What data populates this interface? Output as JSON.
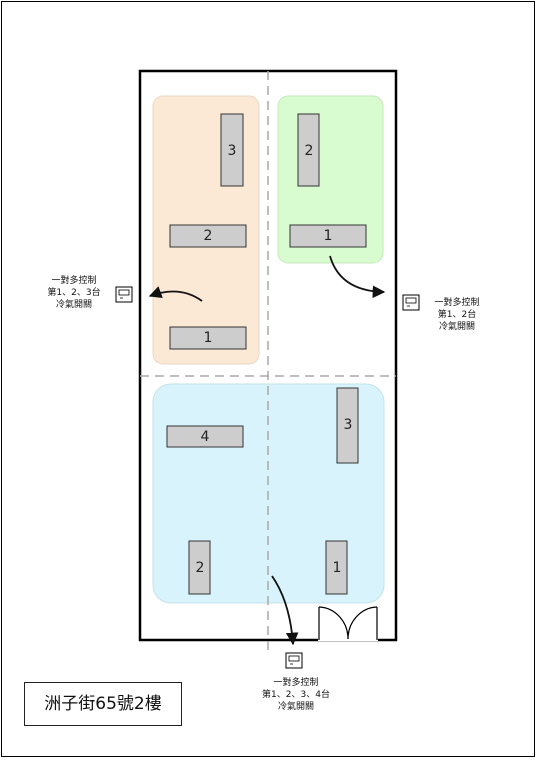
{
  "title": "洲子街65號2樓",
  "zones": [
    {
      "id": "orange",
      "color": "#fbe8d5"
    },
    {
      "id": "green",
      "color": "#d8fbcf"
    },
    {
      "id": "blue",
      "color": "#d8f3fb"
    }
  ],
  "unit_numbers": {
    "orange": [
      "3",
      "2",
      "1"
    ],
    "green": [
      "2",
      "1"
    ],
    "blue": [
      "4",
      "3",
      "2",
      "1"
    ]
  },
  "controllers": {
    "left": [
      "一對多控制",
      "第1、2、3台",
      "冷氣開關"
    ],
    "right": [
      "一對多控制",
      "第1、2台",
      "冷氣開關"
    ],
    "bottom": [
      "一對多控制",
      "第1、2、3、4台",
      "冷氣開關"
    ]
  }
}
